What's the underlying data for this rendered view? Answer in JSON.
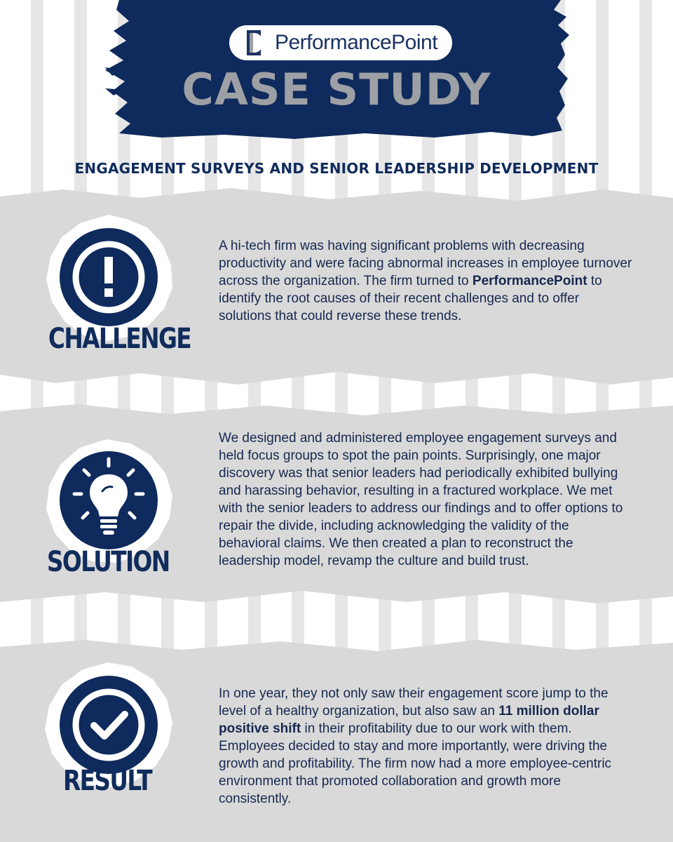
{
  "header": {
    "logo_text": "PerformancePoint",
    "title": "CASE STUDY",
    "subtitle": "ENGAGEMENT SURVEYS AND SENIOR LEADERSHIP DEVELOPMENT"
  },
  "colors": {
    "navy": "#0f2a5c",
    "title_gray": "#9da0a4",
    "band_gray": "#d9d9d9"
  },
  "sections": [
    {
      "label": "CHALLENGE",
      "icon": "exclamation-icon",
      "text_parts": [
        " A hi-tech firm was having significant problems with decreasing productivity and were facing abnormal increases in employee turnover across the organization. The firm turned to ",
        "PerformancePoint",
        " to identify the root causes of their recent challenges and to offer solutions that could reverse these trends."
      ]
    },
    {
      "label": "SOLUTION",
      "icon": "lightbulb-icon",
      "text_parts": [
        "We designed and administered employee engagement surveys and held focus groups to spot the pain points. Surprisingly, one major discovery was that senior leaders had periodically exhibited bullying and harassing behavior, resulting in a fractured workplace. We met with the senior leaders to address our findings and to offer options to repair the divide, including acknowledging the validity of the behavioral claims. We then created a plan to reconstruct the leadership model, revamp the culture and build trust."
      ]
    },
    {
      "label": "RESULT",
      "icon": "checkmark-icon",
      "text_parts": [
        "In one year, they not only saw their engagement score jump to the level of a healthy organization, but also saw an ",
        "11 million dollar positive shift",
        " in their profitability due to our work with them. Employees decided to stay and more importantly, were driving the growth and profitability. The firm now had a more employee-centric environment that promoted collaboration and growth more consistently."
      ]
    }
  ]
}
